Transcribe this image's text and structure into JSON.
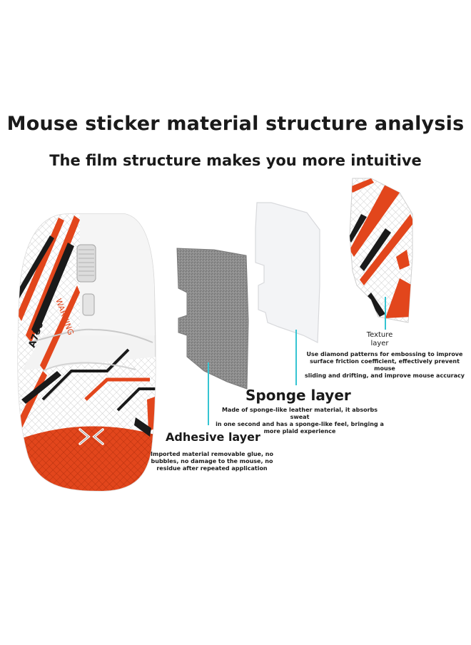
{
  "title": "Mouse sticker material structure analysis",
  "subtitle": "The film structure makes you more intuitive",
  "colors": {
    "accent_orange": "#e2461c",
    "pointer_line": "#35c4d2",
    "sponge_gray": "#8a8a8a",
    "adhesive_white": "#f1f2f4"
  },
  "mouse": {
    "model_text": "A750",
    "warning_text": "WARNING"
  },
  "layers": {
    "texture": {
      "title": "Texture\nlayer",
      "desc": "Use diamond patterns for embossing to improve\nsurface friction coefficient, effectively prevent mouse\nsliding and drifting, and improve mouse accuracy"
    },
    "sponge": {
      "title": "Sponge layer",
      "desc": "Made of sponge-like leather material, it absorbs sweat\nin one second and has a sponge-like feel, bringing a\nmore plaid experience"
    },
    "adhesive": {
      "title": "Adhesive layer",
      "desc": "Imported material removable glue, no\nbubbles, no damage to the mouse, no\nresidue after repeated application"
    }
  }
}
